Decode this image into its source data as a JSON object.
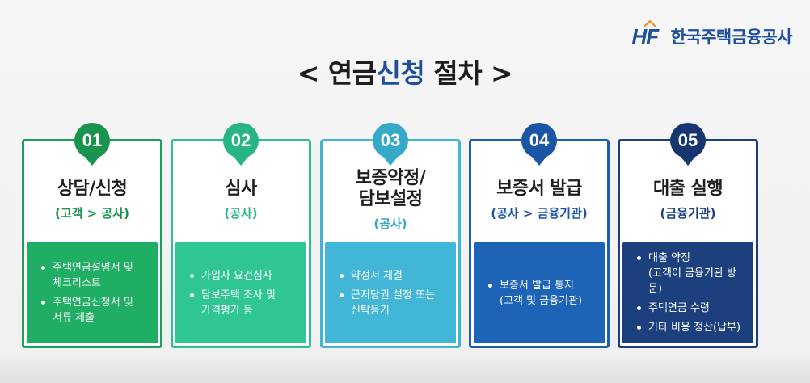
{
  "logo": {
    "mark": "HF",
    "name": "한국주택금융공사"
  },
  "title": {
    "prefix": "< 연금",
    "highlight": "신청",
    "suffix": " 절차 >"
  },
  "steps": [
    {
      "number": "01",
      "title": "상담/신청",
      "subtitle": "(고객 > 공사)",
      "color_border": "#1ba05a",
      "color_fill": "#1fae63",
      "color_badge": "#18944f",
      "color_sub": "#18944f",
      "items": [
        "주택연금설명서 및\n체크리스트",
        "주택연금신청서 및\n서류 제출"
      ]
    },
    {
      "number": "02",
      "title": "심사",
      "subtitle": "(공사)",
      "color_border": "#2bc18c",
      "color_fill": "#2fc693",
      "color_badge": "#27b683",
      "color_sub": "#27b683",
      "items": [
        "가입자 요건심사",
        "담보주택 조사 및\n가격평가 등"
      ]
    },
    {
      "number": "03",
      "title": "보증약정/\n담보설정",
      "subtitle": "(공사)",
      "color_border": "#3fb4d3",
      "color_fill": "#41b6d6",
      "color_badge": "#36a9c9",
      "color_sub": "#36a9c9",
      "items": [
        "약정서 체결",
        "근저당권 설정 또는\n신탁등기"
      ]
    },
    {
      "number": "04",
      "title": "보증서 발급",
      "subtitle": "(공사 > 금융기관)",
      "color_border": "#1a5fb4",
      "color_fill": "#1d63b6",
      "color_badge": "#1a55a6",
      "color_sub": "#1a55a6",
      "items": [
        "보증서 발급 통지\n(고객 및 금융기관)"
      ]
    },
    {
      "number": "05",
      "title": "대출 실행",
      "subtitle": "(금융기관)",
      "color_border": "#1a3f80",
      "color_fill": "#1c3f7e",
      "color_badge": "#173670",
      "color_sub": "#1a3f80",
      "items": [
        "대출 약정\n(고객이 금융기관 방문)",
        "주택연금 수령",
        "기타 비용 정산(납부)"
      ]
    }
  ]
}
